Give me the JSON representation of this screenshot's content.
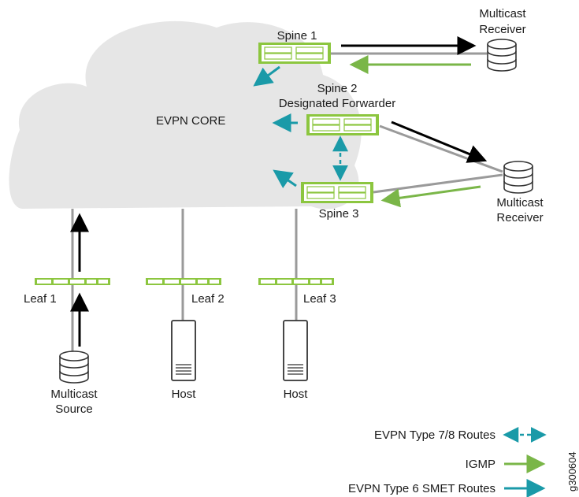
{
  "diagram": {
    "core_label": "EVPN CORE",
    "spine1": {
      "label": "Spine 1"
    },
    "spine2": {
      "label_line1": "Spine 2",
      "label_line2": "Designated Forwarder"
    },
    "spine3": {
      "label": "Spine 3"
    },
    "receiver_top": {
      "label_line1": "Multicast",
      "label_line2": "Receiver"
    },
    "receiver_right": {
      "label_line1": "Multicast",
      "label_line2": "Receiver"
    },
    "leaf1": {
      "label": "Leaf 1"
    },
    "leaf2": {
      "label": "Leaf 2"
    },
    "leaf3": {
      "label": "Leaf 3"
    },
    "source": {
      "label_line1": "Multicast",
      "label_line2": "Source"
    },
    "host2": {
      "label": "Host"
    },
    "host3": {
      "label": "Host"
    }
  },
  "legend": [
    {
      "label": "EVPN Type 7/8 Routes",
      "style": "dashed-teal-bidirectional",
      "color": "#1a9aa8"
    },
    {
      "label": "IGMP",
      "style": "solid-green",
      "color": "#7ab648"
    },
    {
      "label": "EVPN Type 6 SMET Routes",
      "style": "solid-teal",
      "color": "#1a9aa8"
    }
  ],
  "figure_id": "g300604",
  "colors": {
    "cloud": "#e6e6e6",
    "device_green": "#8cc63f",
    "igmp_green": "#7ab648",
    "smet_teal": "#1a9aa8",
    "link_gray": "#9a9a9a",
    "traffic_black": "#000000"
  }
}
